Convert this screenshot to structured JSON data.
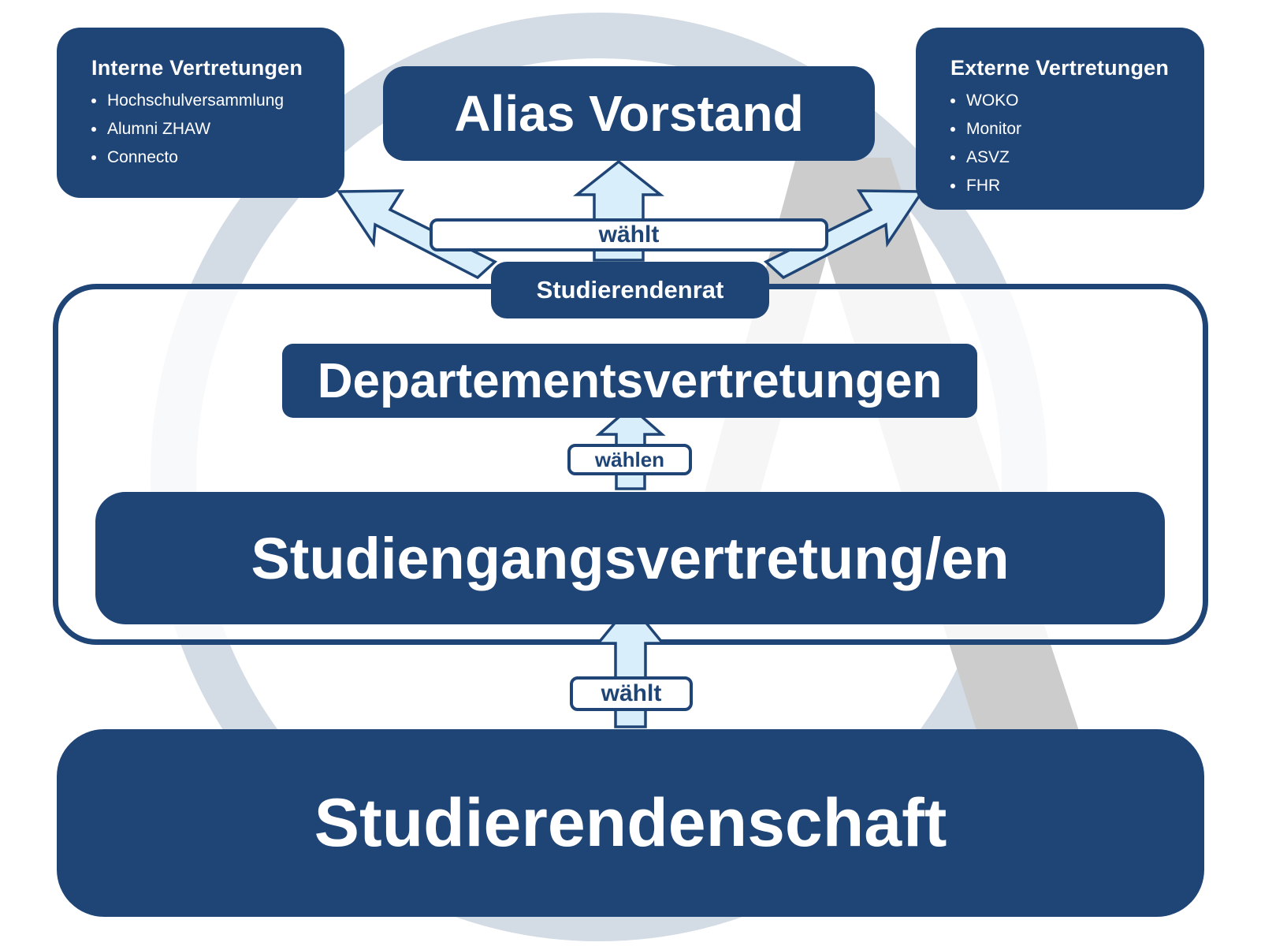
{
  "colors": {
    "primary": "#1f4576",
    "arrow_fill": "#d8eefb",
    "watermark": "#d3dbe5",
    "watermark_a": "#cccccc"
  },
  "icons": {
    "background": "alias-logo-watermark-icon"
  },
  "internal": {
    "title": "Interne Vertretungen",
    "items": [
      "Hochschulversammlung",
      "Alumni ZHAW",
      "Connecto"
    ]
  },
  "external": {
    "title": "Externe Vertretungen",
    "items": [
      "WOKO",
      "Monitor",
      "ASVZ",
      "FHR"
    ]
  },
  "vorstand": "Alias Vorstand",
  "rat": "Studierendenrat",
  "departement": "Departementsvertretungen",
  "studiengang": "Studiengangsvertretung/en",
  "schaft": "Studierendenschaft",
  "labels": {
    "top": "wählt",
    "middle": "wählen",
    "bottom": "wählt"
  }
}
